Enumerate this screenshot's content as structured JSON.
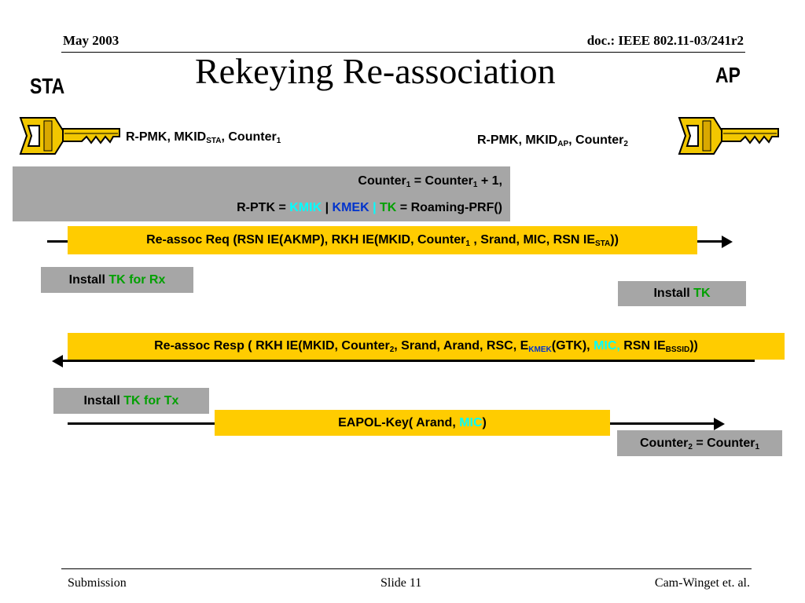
{
  "header": {
    "date": "May 2003",
    "doc": "doc.: IEEE 802.11-03/241r2"
  },
  "title": "Rekeying Re-association",
  "roles": {
    "sta": "STA",
    "ap": "AP"
  },
  "sta_key_label": {
    "a": "R-PMK, MKID",
    "sub1": "STA",
    "b": ", Counter",
    "sub2": "1"
  },
  "ap_key_label": {
    "a": "R-PMK, MKID",
    "sub1": "AP",
    "b": ", Counter",
    "sub2": "2"
  },
  "compute_box": {
    "line1": {
      "a": "Counter",
      "sub1": "1",
      "b": " = Counter",
      "sub2": "1",
      "c": " + 1,"
    },
    "line2": {
      "a": "R-PTK = ",
      "kmik": "KMIK",
      "sep1": " | ",
      "kmek": "KMEK",
      "sep2": " | ",
      "tk": "TK",
      "b": " = Roaming-PRF()"
    }
  },
  "msg_req": {
    "a": "Re-assoc Req (RSN IE(AKMP), RKH IE(MKID, Counter",
    "sub1": "1",
    "b": " , Srand, MIC, RSN IE",
    "sub2": "STA",
    "c": "))"
  },
  "install_rx": {
    "a": "Install ",
    "b": "TK for Rx"
  },
  "install_ap": {
    "a": "Install ",
    "b": "TK"
  },
  "msg_resp": {
    "a": "Re-assoc Resp ( RKH IE(MKID, Counter",
    "sub1": "2",
    "b": ", Srand, Arand, RSC, E",
    "sub2": "KMEK",
    "c": "(GTK), ",
    "mic": "MIC,",
    "d": " RSN IE",
    "sub3": "BSSID",
    "e": "))"
  },
  "install_tx": {
    "a": "Install ",
    "b": "TK for Tx"
  },
  "msg_eapol": {
    "a": "EAPOL-Key( Arand, ",
    "mic": "MIC",
    "b": ")"
  },
  "counter_update": {
    "a": "Counter",
    "sub1": "2",
    "b": " = Counter",
    "sub2": "1"
  },
  "footer": {
    "left": "Submission",
    "center": "Slide 11",
    "right": "Cam-Winget et. al."
  },
  "colors": {
    "gray_box": "#a6a6a6",
    "yellow_box": "#ffcc00",
    "green_text": "#00a000",
    "cyan_text": "#00ffff",
    "blue_text": "#0033cc",
    "key_gold": "#f2c700"
  },
  "icons": [
    "key-icon-sta",
    "key-icon-ap",
    "arrow-right-icon",
    "arrow-left-icon"
  ]
}
